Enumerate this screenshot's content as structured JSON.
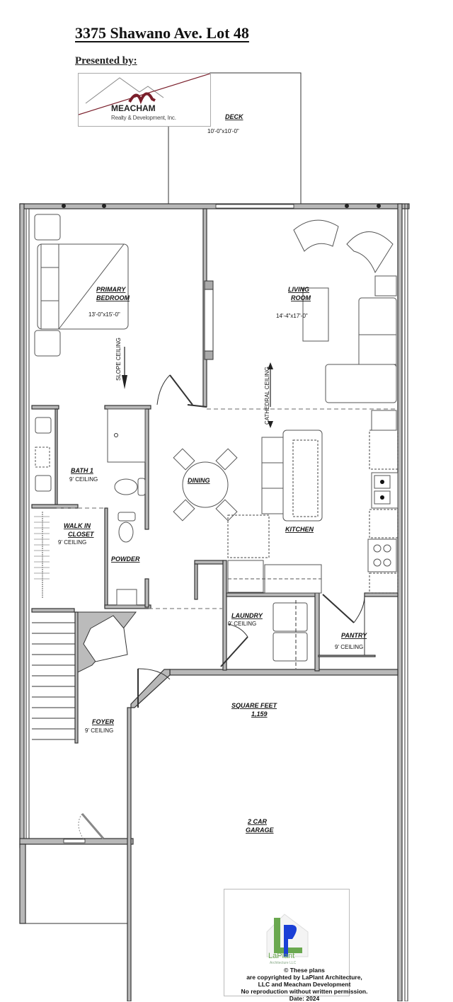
{
  "header": {
    "title": "3375 Shawano Ave. Lot 48",
    "presented_by": "Presented by:"
  },
  "presenter_logo": {
    "name": "MEACHAM",
    "subtitle": "Realty & Development, Inc.",
    "accent_color": "#7a1f2b"
  },
  "rooms": {
    "deck": {
      "name": "DECK",
      "size": "10'-0\"x10'-0\""
    },
    "primary_bedroom": {
      "name_line1": "PRIMARY",
      "name_line2": "BEDROOM",
      "size": "13'-0\"x15'-0\"",
      "note": "SLOPE CEILING"
    },
    "living_room": {
      "name_line1": "LIVING",
      "name_line2": "ROOM",
      "size": "14'-4\"x17'-0\"",
      "note": "CATHEDRAL CEILING"
    },
    "bath_1": {
      "name": "BATH 1",
      "ceiling": "9' CEILING"
    },
    "dining": {
      "name": "DINING"
    },
    "kitchen": {
      "name": "KITCHEN"
    },
    "walk_in_closet": {
      "name_line1": "WALK IN",
      "name_line2": "CLOSET",
      "ceiling": "9' CEILING"
    },
    "powder": {
      "name": "POWDER"
    },
    "laundry": {
      "name": "LAUNDRY",
      "ceiling": "9' CEILING"
    },
    "pantry": {
      "name": "PANTRY",
      "ceiling": "9' CEILING"
    },
    "foyer": {
      "name": "FOYER",
      "ceiling": "9' CEILING"
    },
    "garage": {
      "name_line1": "2 CAR",
      "name_line2": "GARAGE"
    }
  },
  "square_feet": {
    "label": "SQUARE FEET",
    "value": "1,159"
  },
  "architect_logo": {
    "name": "LaPlant",
    "subtitle": "Architecture LLC",
    "green": "#6aa84f",
    "blue": "#1a3fd6"
  },
  "copyright": {
    "line1": "© These plans",
    "line2": "are copyrighted by LaPlant Architecture,",
    "line3": "LLC and Meacham Development",
    "line4": "No reproduction without written permission.",
    "line5": "Date: 2024"
  }
}
